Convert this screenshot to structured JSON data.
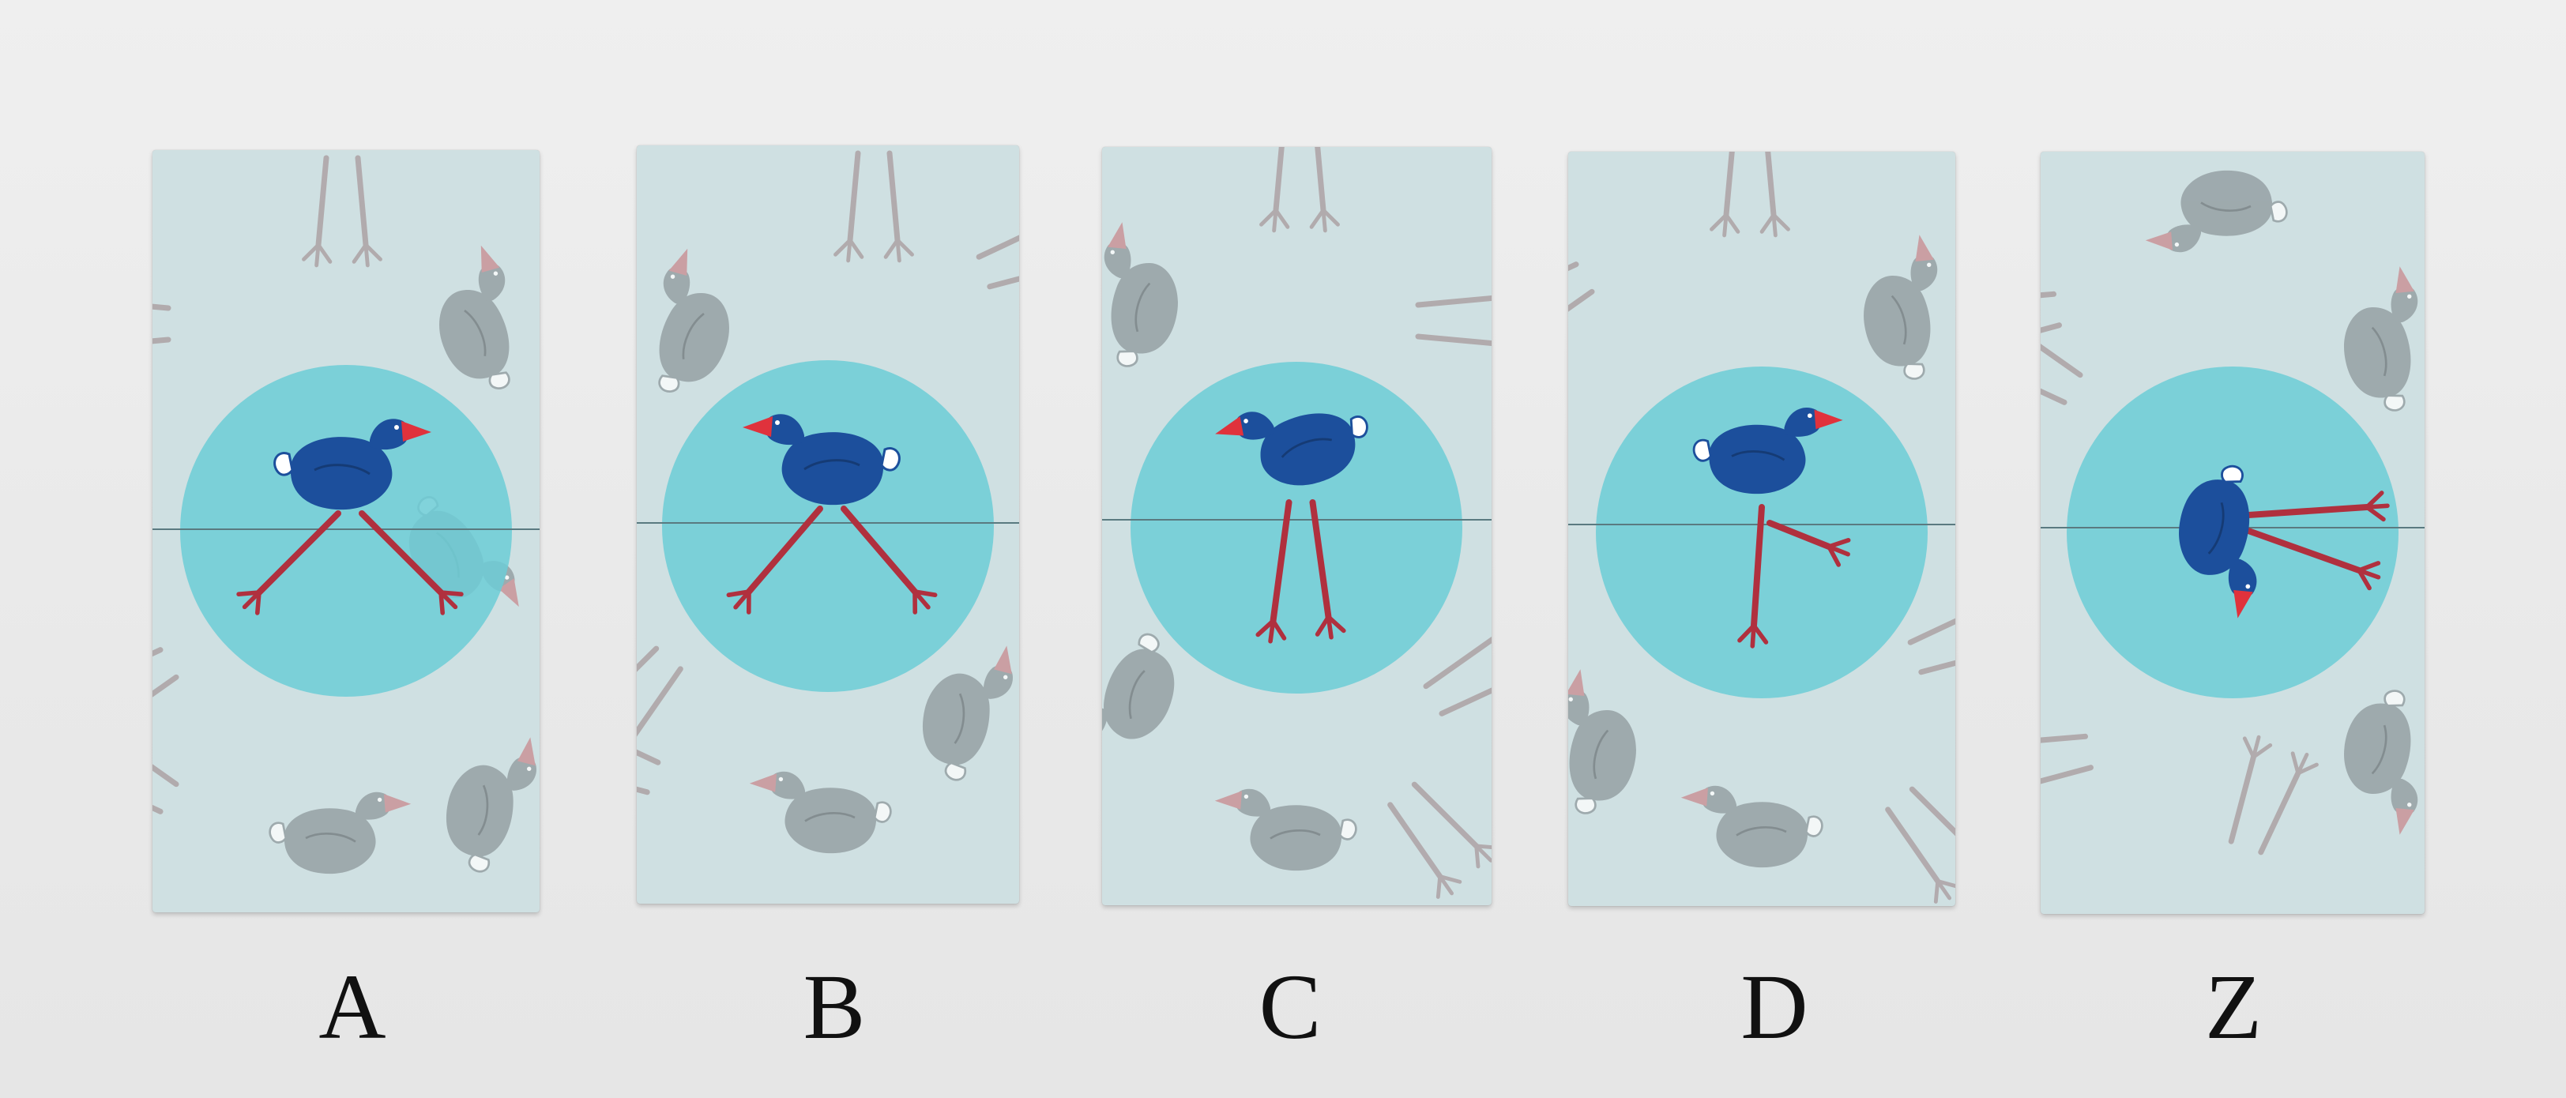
{
  "cards": [
    {
      "id": "A",
      "label": "A",
      "pose": "striding-right"
    },
    {
      "id": "B",
      "label": "B",
      "pose": "striding-left"
    },
    {
      "id": "C",
      "label": "C",
      "pose": "standing-left"
    },
    {
      "id": "D",
      "label": "D",
      "pose": "one-leg-right"
    },
    {
      "id": "Z",
      "label": "Z",
      "pose": "fallen-over"
    }
  ],
  "colors": {
    "background": "#ebebeb",
    "card": "#cfe0e2",
    "circle": "#6ccdd6",
    "bird_body": "#1c4f9c",
    "bird_beak": "#e0323c",
    "bird_legs": "#b0303e",
    "ghost_body": "#8e989c",
    "ghost_legs": "#a89a9c"
  },
  "icons": [
    "pukeko-bird",
    "bird-silhouette",
    "bird-foot"
  ]
}
